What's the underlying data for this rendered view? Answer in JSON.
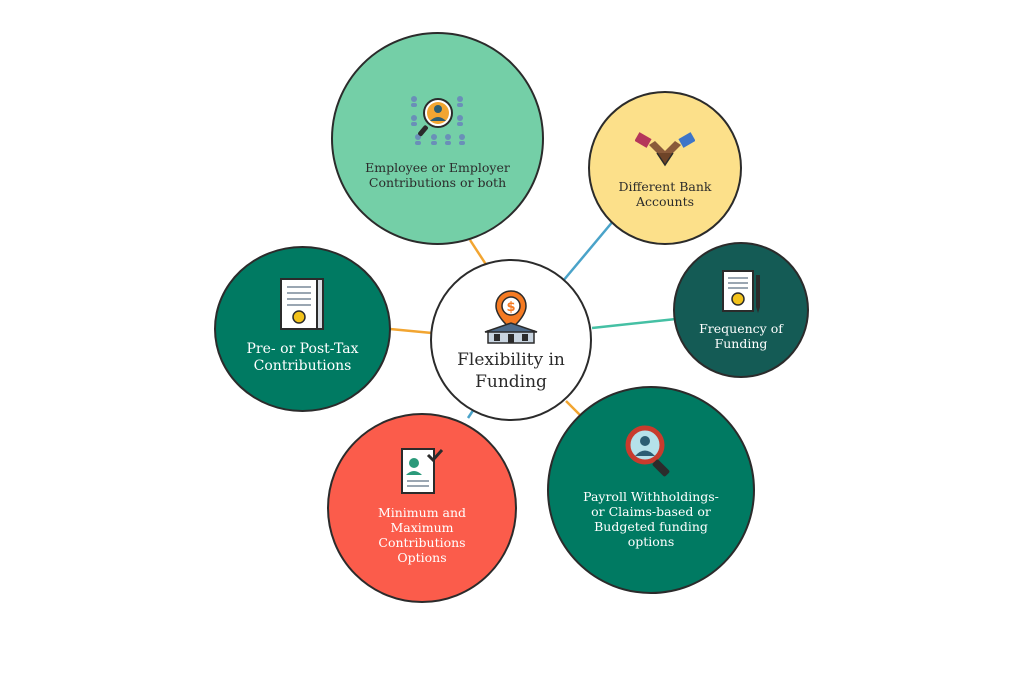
{
  "center": {
    "label": "Flexibility in\nFunding",
    "color": "#ffffff",
    "icon": "funding-house-icon"
  },
  "nodes": [
    {
      "id": "employee",
      "label": "Employee or Employer\nContributions or both",
      "color": "#74cfa7",
      "text_color": "#2b2b2b",
      "icon": "people-magnifier-icon"
    },
    {
      "id": "bank",
      "label": "Different Bank\nAccounts",
      "color": "#fce08a",
      "text_color": "#2b2b2b",
      "icon": "handshake-icon"
    },
    {
      "id": "frequency",
      "label": "Frequency of\nFunding",
      "color": "#145b55",
      "text_color": "#ffffff",
      "icon": "certificate-pen-icon"
    },
    {
      "id": "payroll",
      "label": "Payroll Withholdings-\nor  Claims-based or\nBudgeted funding\noptions",
      "color": "#007a62",
      "text_color": "#ffffff",
      "icon": "search-person-icon"
    },
    {
      "id": "minmax",
      "label": "Minimum and\nMaximum\nContributions\nOptions",
      "color": "#fb5c4b",
      "text_color": "#ffffff",
      "icon": "document-check-icon"
    },
    {
      "id": "tax",
      "label": "Pre- or Post-Tax\nContributions",
      "color": "#007a62",
      "text_color": "#ffffff",
      "icon": "certificate-document-icon"
    }
  ],
  "link_colors": {
    "orange": "#f2a531",
    "blue": "#4aa3c9",
    "teal": "#45c0a4"
  }
}
